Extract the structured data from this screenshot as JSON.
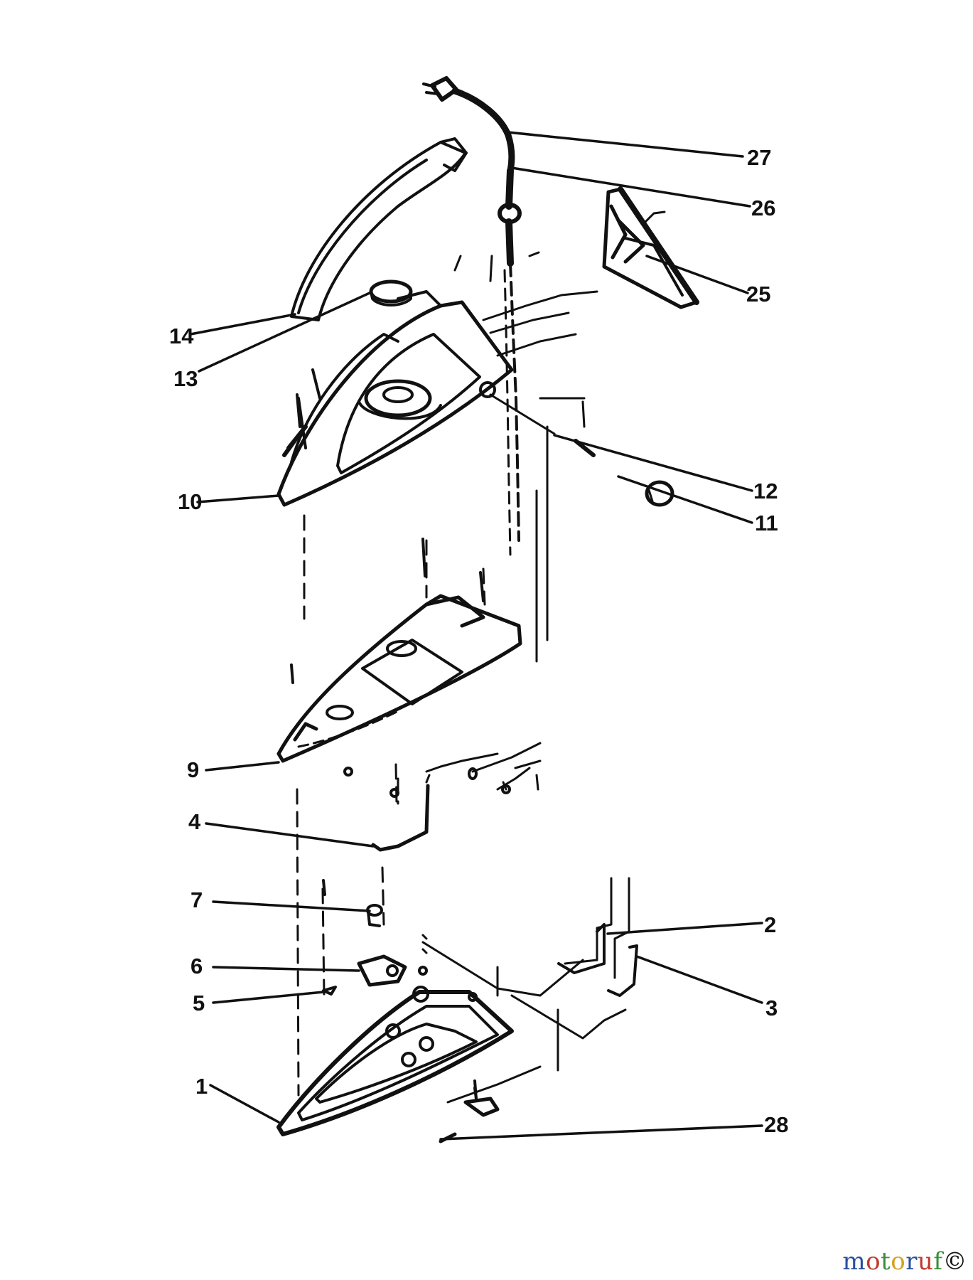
{
  "callouts": [
    {
      "label": "27"
    },
    {
      "label": "26"
    },
    {
      "label": "25"
    },
    {
      "label": "14"
    },
    {
      "label": "13"
    },
    {
      "label": "10"
    },
    {
      "label": "12"
    },
    {
      "label": "11"
    },
    {
      "label": "9"
    },
    {
      "label": "4"
    },
    {
      "label": "7"
    },
    {
      "label": "2"
    },
    {
      "label": "6"
    },
    {
      "label": "3"
    },
    {
      "label": "5"
    },
    {
      "label": "1"
    },
    {
      "label": "28"
    }
  ],
  "watermark": {
    "letters": [
      "m",
      "o",
      "t",
      "o",
      "r",
      "u",
      "f"
    ],
    "colors": [
      "#2a4fa0",
      "#c03a2b",
      "#3a8f3a",
      "#d8a020",
      "#2a4fa0",
      "#c03a2b",
      "#3a8f3a"
    ],
    "mark": "©"
  },
  "colors": {
    "ink": "#111111",
    "paper": "#ffffff"
  }
}
